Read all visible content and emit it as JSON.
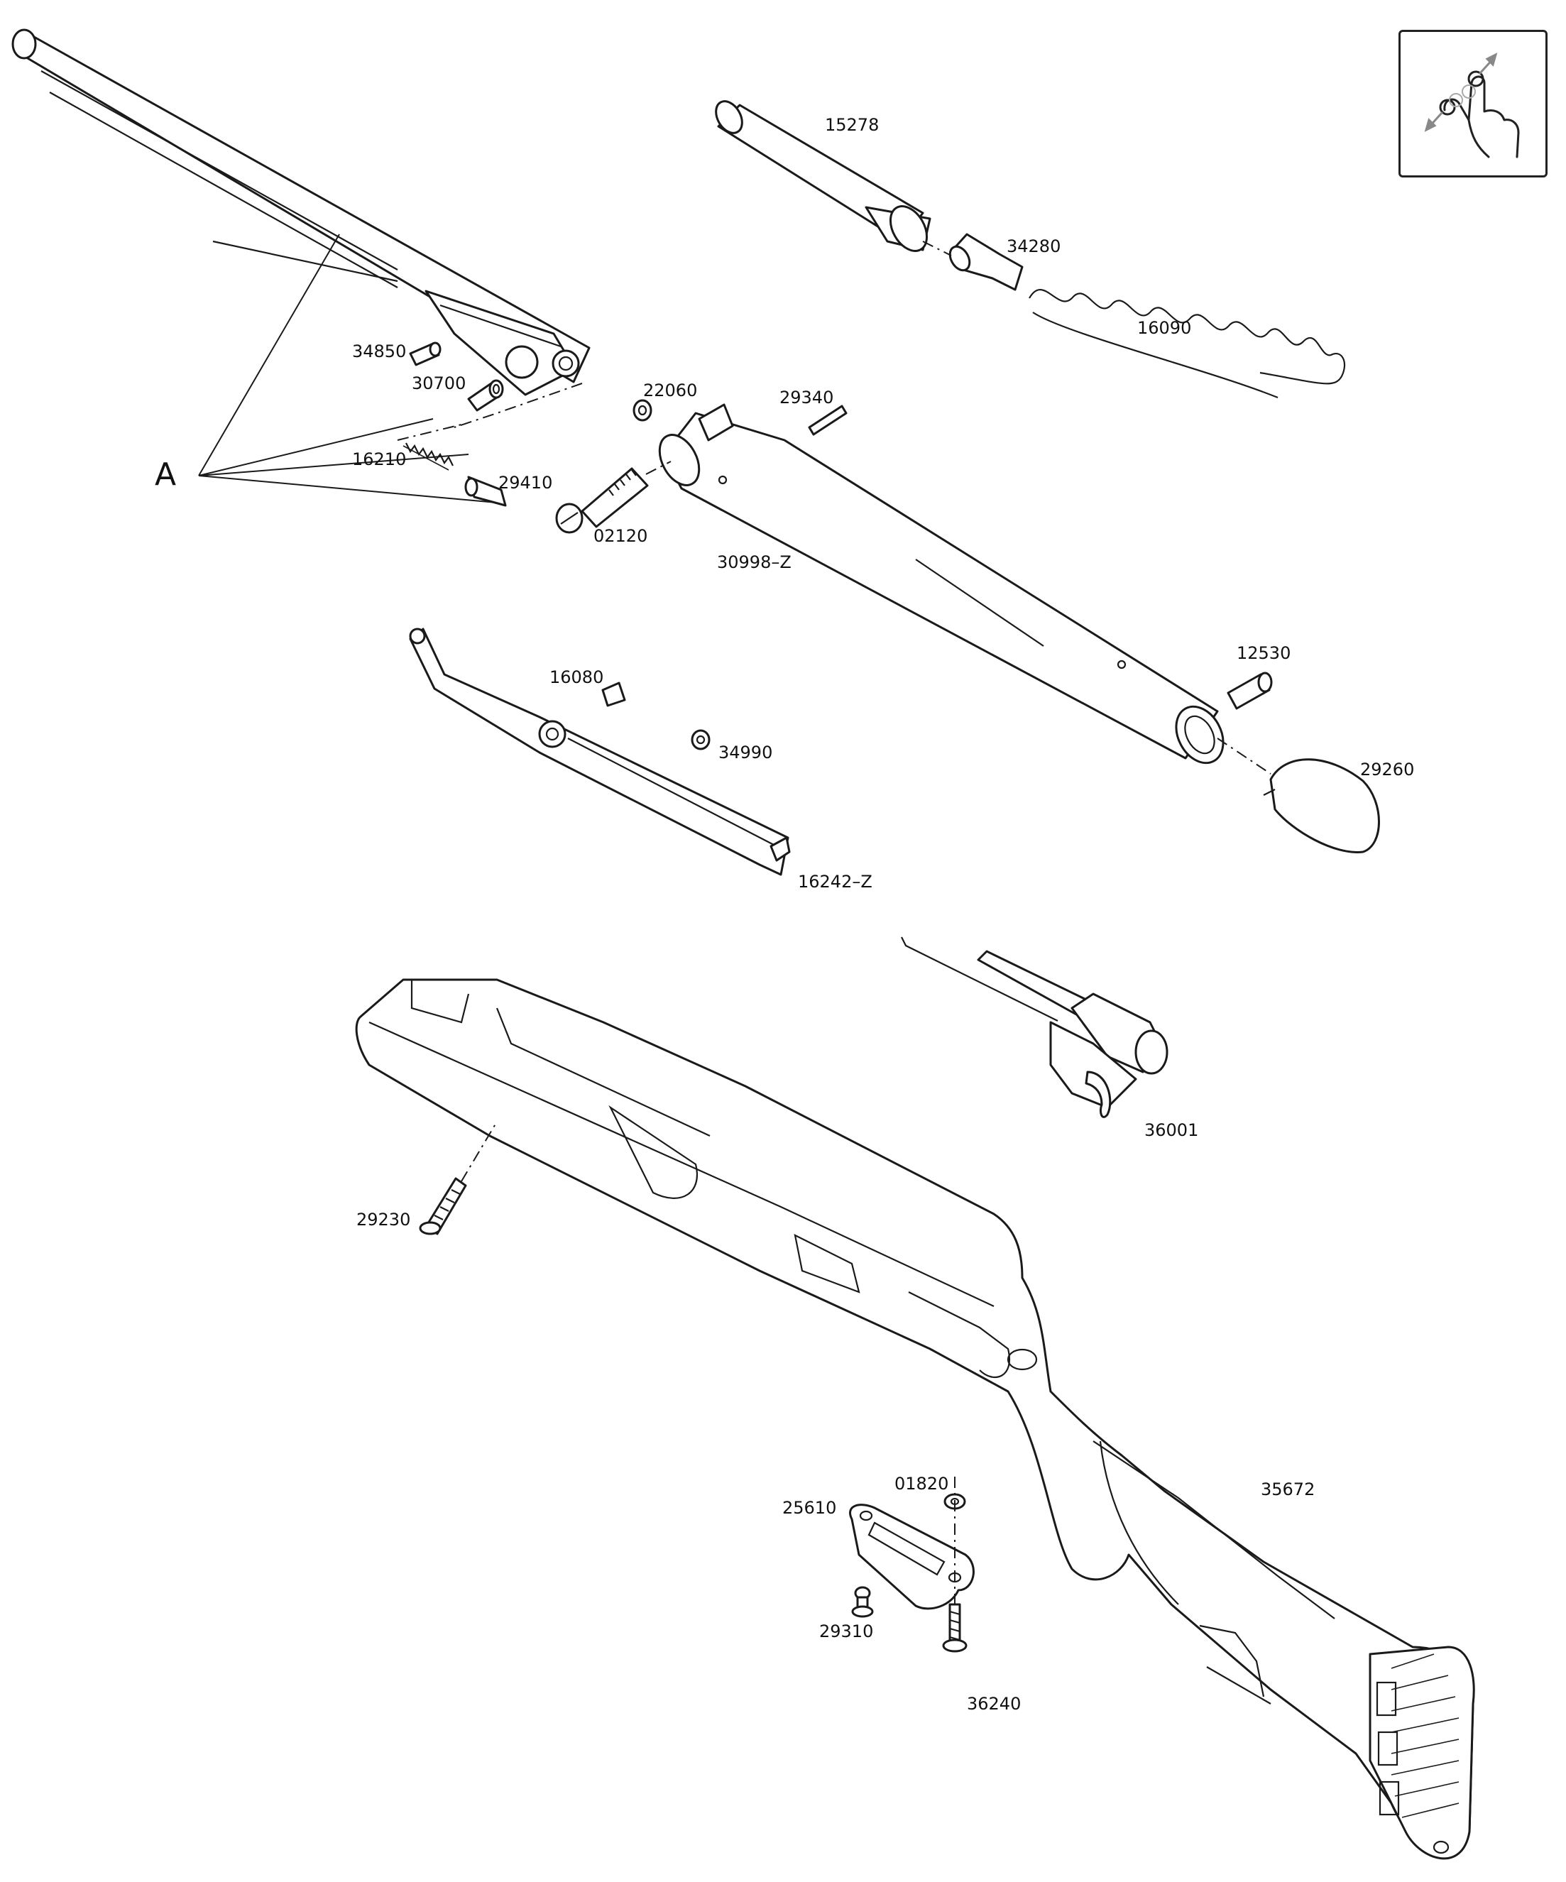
{
  "diagram": {
    "group_label": "A",
    "parts": [
      {
        "id": "15278"
      },
      {
        "id": "34280"
      },
      {
        "id": "16090"
      },
      {
        "id": "34850"
      },
      {
        "id": "30700"
      },
      {
        "id": "16210"
      },
      {
        "id": "29410"
      },
      {
        "id": "22060"
      },
      {
        "id": "29340"
      },
      {
        "id": "02120"
      },
      {
        "id": "30998–Z"
      },
      {
        "id": "12530"
      },
      {
        "id": "29260"
      },
      {
        "id": "16080"
      },
      {
        "id": "34990"
      },
      {
        "id": "16242–Z"
      },
      {
        "id": "36001"
      },
      {
        "id": "29230"
      },
      {
        "id": "35672"
      },
      {
        "id": "01820"
      },
      {
        "id": "25610"
      },
      {
        "id": "29310"
      },
      {
        "id": "36240"
      }
    ]
  },
  "gesture_hint": {
    "icon": "pinch-zoom-gesture-icon"
  },
  "colors": {
    "line": "#1a1a1a",
    "background": "#ffffff"
  }
}
